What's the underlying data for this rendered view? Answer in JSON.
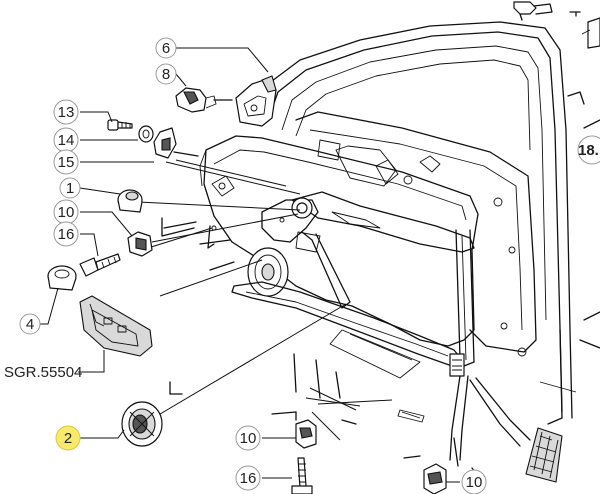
{
  "callouts": [
    {
      "id": "6",
      "label": "6"
    },
    {
      "id": "8",
      "label": "8"
    },
    {
      "id": "13",
      "label": "13"
    },
    {
      "id": "14",
      "label": "14"
    },
    {
      "id": "15",
      "label": "15"
    },
    {
      "id": "1",
      "label": "1"
    },
    {
      "id": "10a",
      "label": "10"
    },
    {
      "id": "16a",
      "label": "16"
    },
    {
      "id": "4",
      "label": "4"
    },
    {
      "id": "2",
      "label": "2",
      "highlighted": true
    },
    {
      "id": "10b",
      "label": "10"
    },
    {
      "id": "16b",
      "label": "16"
    },
    {
      "id": "10c",
      "label": "10"
    },
    {
      "id": "18",
      "label": "18."
    }
  ],
  "reference_label": "SGR.55504",
  "colors": {
    "highlight": "#f7ea6a",
    "badge_border": "#999999",
    "line": "#111111"
  }
}
